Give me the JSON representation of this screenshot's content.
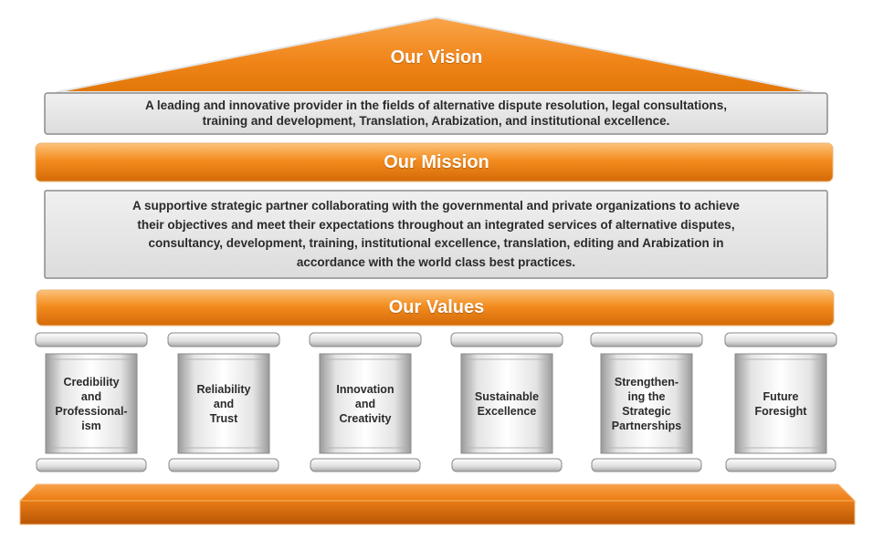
{
  "colors": {
    "orange": "#f28a1f",
    "orange_dark": "#c95d06",
    "orange_light": "#fbb25c",
    "panel": "#e6e6e6",
    "panel_border": "#8c8c8c",
    "text": "#2a2a2a"
  },
  "vision": {
    "title": "Our Vision",
    "text_line1": "A leading and innovative provider in the fields of alternative dispute resolution, legal consultations,",
    "text_line2": "training and development, Translation, Arabization, and institutional excellence."
  },
  "mission": {
    "title": "Our Mission",
    "text_line1": "A supportive strategic partner collaborating with the governmental and private organizations to achieve",
    "text_line2": "their objectives and meet their expectations throughout an integrated services of alternative disputes,",
    "text_line3": "consultancy, development, training, institutional excellence, translation, editing and Arabization in",
    "text_line4": "accordance with the world class best practices."
  },
  "values": {
    "title": "Our Values",
    "pillars": [
      {
        "lines": [
          "Credibility",
          "and",
          "Professional-",
          "ism"
        ]
      },
      {
        "lines": [
          "Reliability",
          "and",
          "Trust"
        ]
      },
      {
        "lines": [
          "Innovation",
          "and",
          "Creativity"
        ]
      },
      {
        "lines": [
          "Sustainable",
          "Excellence"
        ]
      },
      {
        "lines": [
          "Strengthen-",
          "ing the",
          "Strategic",
          "Partnerships"
        ]
      },
      {
        "lines": [
          "Future",
          "Foresight"
        ]
      }
    ]
  }
}
